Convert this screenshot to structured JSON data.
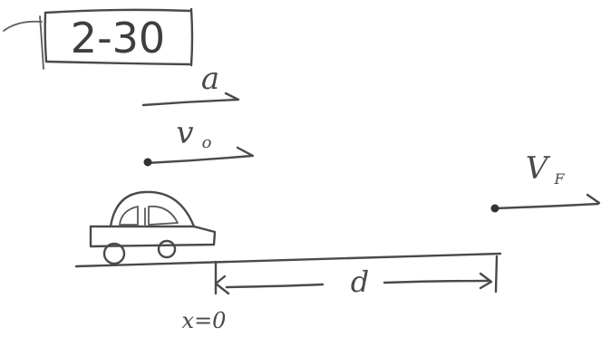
{
  "problem_label": "2-30",
  "labels": {
    "acceleration": "a",
    "initial_velocity": "v",
    "initial_velocity_sub": "o",
    "final_velocity": "V",
    "final_velocity_sub": "F",
    "distance": "d",
    "origin": "x=0"
  },
  "icons": {
    "car": "car-icon",
    "origin_marker": "bracket-marker",
    "end_marker": "bracket-marker"
  },
  "colors": {
    "ink": "#4a4a4a",
    "background": "#ffffff"
  }
}
